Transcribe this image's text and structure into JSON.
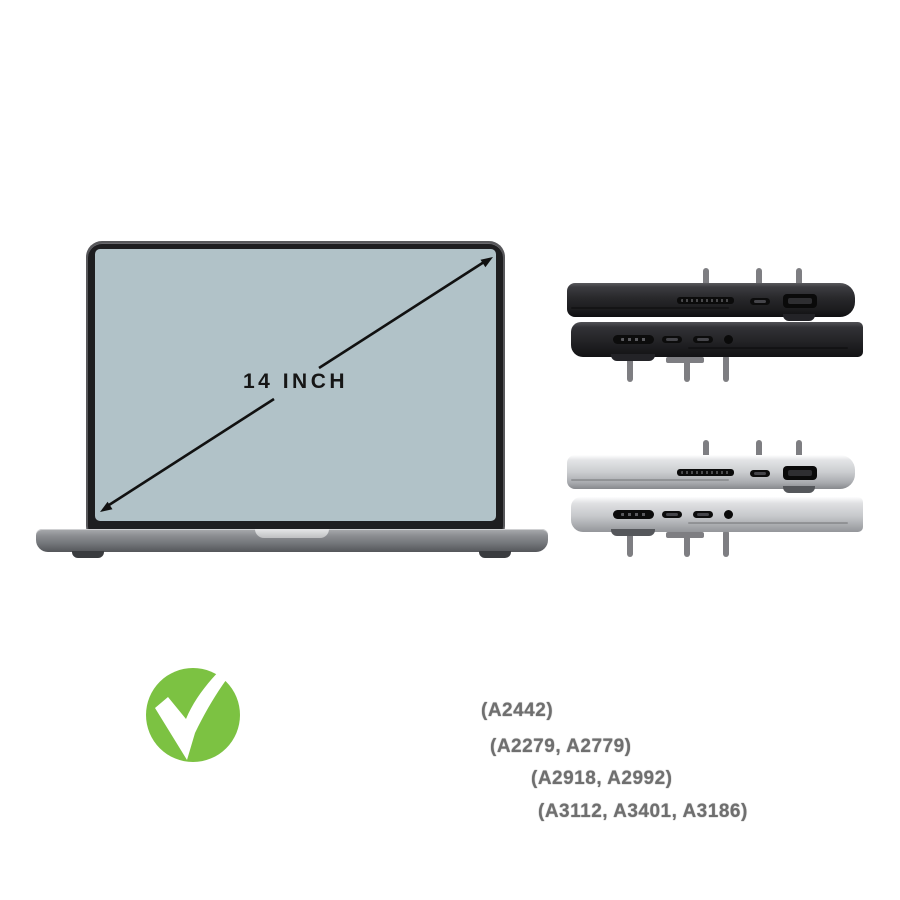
{
  "front_laptop": {
    "screen_label": "14 INCH",
    "screen_color": "#b1c2c8",
    "arrow_color": "#111111"
  },
  "side_views": {
    "finishes": [
      "space-black",
      "silver"
    ],
    "right_side_ports": [
      "sd-card-slot",
      "usb-c-port",
      "hdmi-port"
    ],
    "left_side_ports": [
      "magsafe-port",
      "usb-c-port",
      "usb-c-port",
      "headphone-jack"
    ],
    "dark_body_color": "#28282b",
    "silver_body_color": "#cbcdd0"
  },
  "compatibility": {
    "check_color": "#7cc242",
    "model_lines": [
      "(A2442)",
      "(A2279, A2779)",
      "(A2918, A2992)",
      "(A3112, A3401, A3186)"
    ]
  }
}
